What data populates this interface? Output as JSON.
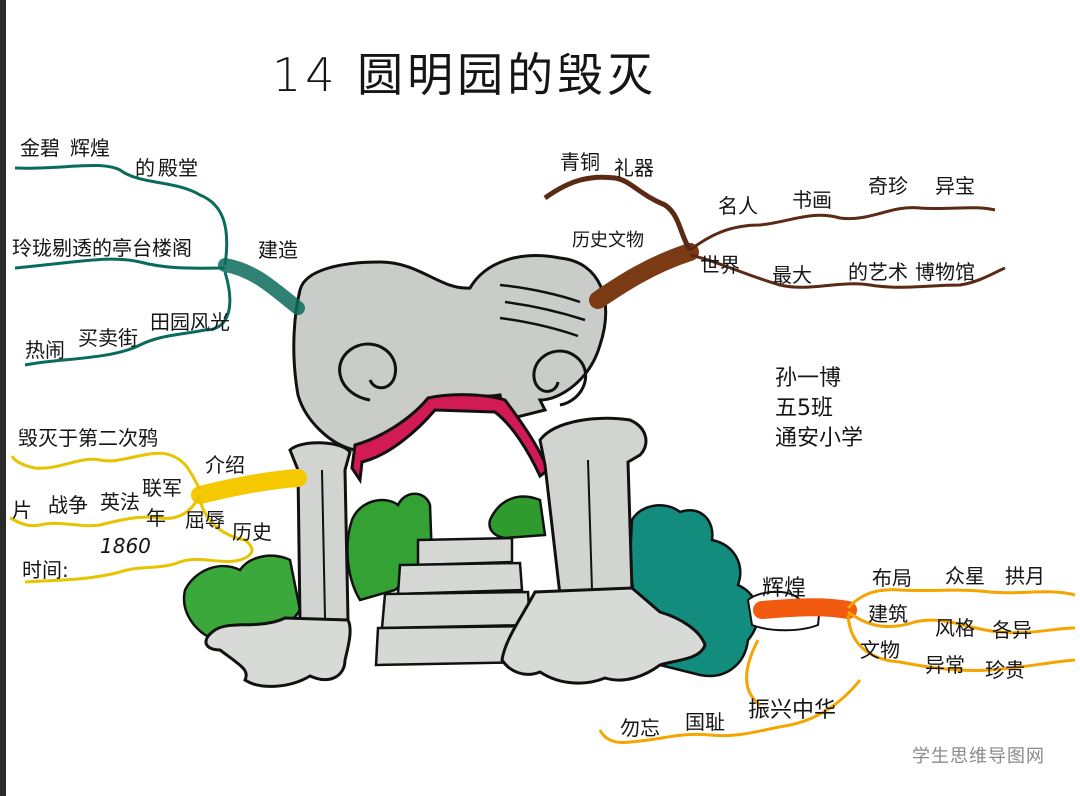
{
  "title": "14 圆明园的毁灭",
  "author": {
    "name": "孙一博",
    "class": "五5班",
    "school": "通安小学"
  },
  "branch_build": {
    "label": "建造",
    "color": "#0b6b5b",
    "items": [
      "金碧",
      "辉煌",
      "的",
      "殿堂",
      "玲珑剔透的亭台楼阁",
      "热闹",
      "买卖街",
      "田园风光"
    ]
  },
  "branch_history": {
    "label": "历史文物",
    "color": "#5a2a14",
    "items": [
      "青铜",
      "礼器",
      "名人",
      "书画",
      "奇珍",
      "异宝",
      "世界",
      "最大",
      "的艺术",
      "博物馆"
    ]
  },
  "branch_intro": {
    "label": "介绍",
    "color": "#e8c300",
    "items": [
      "毁灭于第二次鸦",
      "片",
      "战争",
      "英法",
      "联军",
      "年",
      "屈辱",
      "历史",
      "时间:",
      "1860"
    ]
  },
  "branch_glory": {
    "label": "辉煌",
    "color": "#f26a12",
    "items": [
      "布局",
      "众星",
      "拱月",
      "建筑",
      "风格",
      "各异",
      "文物",
      "异常",
      "珍贵"
    ]
  },
  "branch_bottom": {
    "color": "#f5a400",
    "items": [
      "勿忘",
      "国耻",
      "振兴中华"
    ]
  },
  "watermark": "学生思维导图网",
  "colors": {
    "stone": "#c9ccc9",
    "gate_red": "#d21a55",
    "bush_green": "#2aa12a",
    "bush_teal": "#0f8a7a"
  }
}
